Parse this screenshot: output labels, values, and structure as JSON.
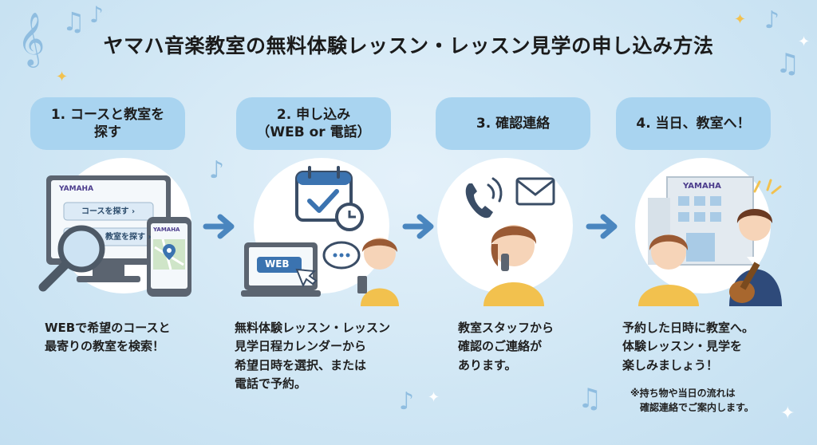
{
  "title": "ヤマハ音楽教室の無料体験レッスン・レッスン見学の申し込み方法",
  "steps": [
    {
      "heading": "1. コースと教室を\n探す",
      "description": "WEBで希望のコースと\n最寄りの教室を検索！",
      "illustration": {
        "brand": "YAMAHA",
        "course_button": "コースを探す ›",
        "classroom_button": "教室を探す ›",
        "phone_brand": "YAMAHA"
      }
    },
    {
      "heading": "2. 申し込み\n（WEB or 電話）",
      "description": "無料体験レッスン・レッスン\n見学日程カレンダーから\n希望日時を選択、または\n電話で予約。",
      "illustration": {
        "web_label": "WEB"
      }
    },
    {
      "heading": "3. 確認連絡",
      "description": "教室スタッフから\n確認のご連絡が\nあります。",
      "illustration": {}
    },
    {
      "heading": "4. 当日、教室へ！",
      "description": "予約した日時に教室へ。\n体験レッスン・見学を\n楽しみましょう！",
      "illustration": {
        "building_brand": "YAMAHA"
      }
    }
  ],
  "note": "※持ち物や当日の流れは\n　確認連絡でご案内します。",
  "colors": {
    "background": "#cfe6f4",
    "pill": "#a9d4f0",
    "arrow": "#4a86bf",
    "accent_yellow": "#f2c14e",
    "brand_purple": "#4b3c8c"
  },
  "icons": [
    "music-note-icon",
    "treble-clef-icon",
    "sparkle-icon",
    "search-icon",
    "map-pin-icon",
    "calendar-icon",
    "clock-icon",
    "chat-bubble-icon",
    "pointer-hand-icon",
    "phone-icon",
    "envelope-icon",
    "arrow-right-icon"
  ]
}
